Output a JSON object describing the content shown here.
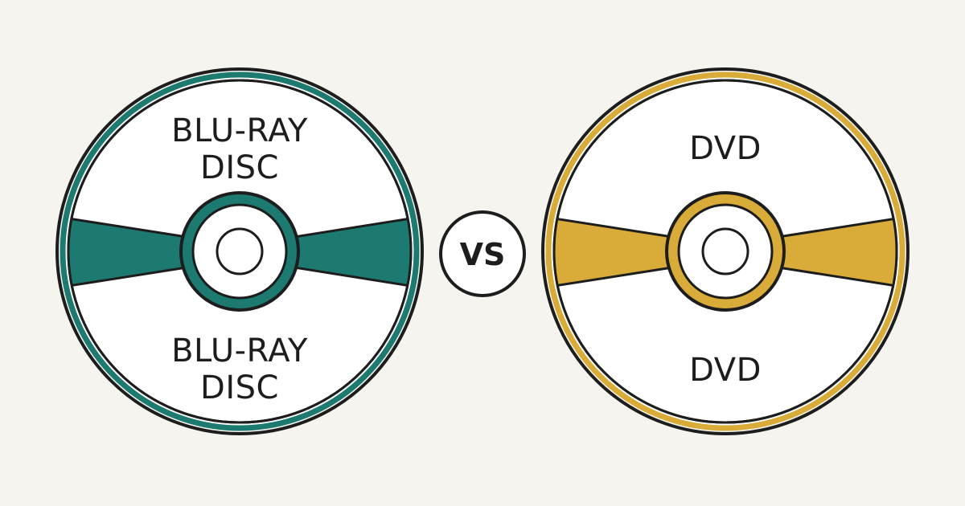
{
  "colors": {
    "background": "#f5f4ef",
    "outline": "#1d1d1d",
    "bluray_accent": "#1c7a70",
    "dvd_accent": "#d9ac3a",
    "disc_fill": "#ffffff"
  },
  "left_disc": {
    "top_label_line1": "BLU-RAY",
    "top_label_line2": "DISC",
    "bottom_label_line1": "BLU-RAY",
    "bottom_label_line2": "DISC"
  },
  "vs_badge": {
    "label": "VS"
  },
  "right_disc": {
    "top_label": "DVD",
    "bottom_label": "DVD"
  }
}
